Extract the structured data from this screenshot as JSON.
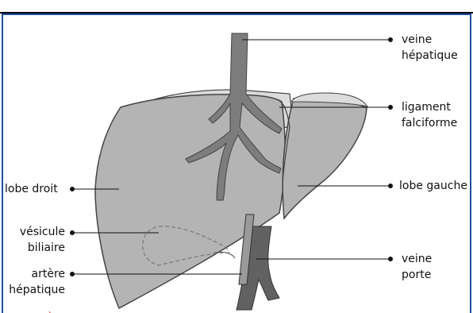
{
  "colors": {
    "frame_border": "#1f4e9e",
    "liver_fill": "#b4b4b4",
    "vessel_fill": "#6e6e6e",
    "caption": "#cc2222"
  },
  "labels": {
    "veine_hepatique_1": "veine",
    "veine_hepatique_2": "hépatique",
    "ligament_1": "ligament",
    "ligament_2": "falciforme",
    "lobe_droit": "lobe droit",
    "lobe_gauche": "lobe gauche",
    "vesicule_1": "vésicule",
    "vesicule_2": "biliaire",
    "artere_1": "artère",
    "artere_2": "hépatique",
    "veine_porte_1": "veine",
    "veine_porte_2": "porte"
  },
  "caption": ".·. ... ..·.. ·.·.)"
}
